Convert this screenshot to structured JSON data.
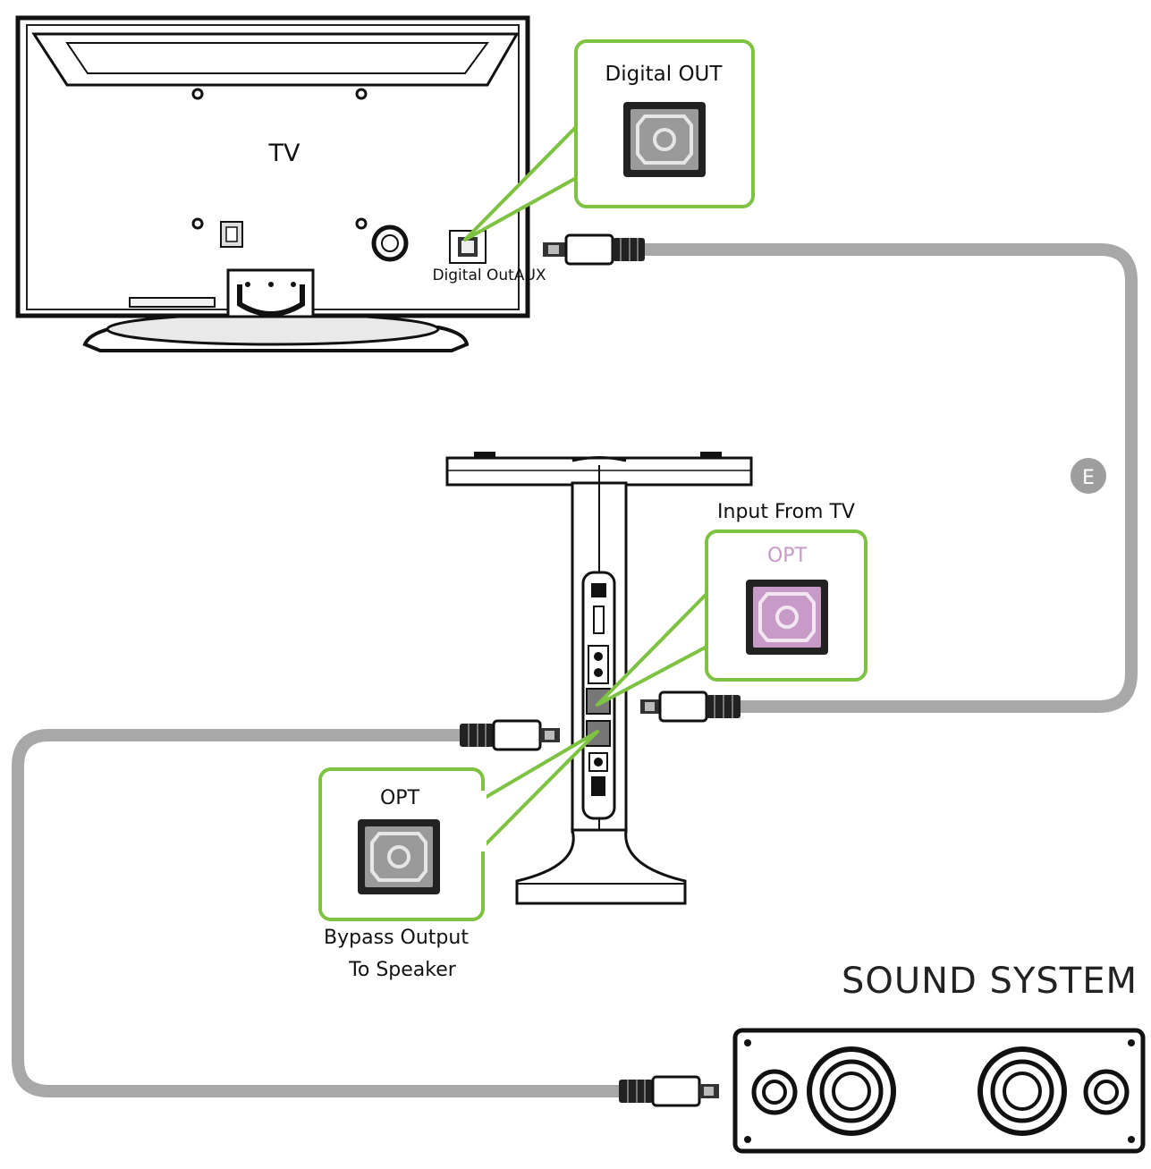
{
  "tv": {
    "label": "TV",
    "port_label": "Digital OutAUX"
  },
  "callouts": {
    "tv_port": {
      "title": "Digital OUT"
    },
    "input": {
      "caption": "Input From TV",
      "title": "OPT"
    },
    "bypass": {
      "title": "OPT",
      "caption_line1": "Bypass Output",
      "caption_line2": "To Speaker"
    }
  },
  "cable_marker": {
    "label": "E"
  },
  "sound_system": {
    "label": "SOUND SYSTEM"
  },
  "colors": {
    "callout_border": "#7dc241",
    "cable": "#a8a8a8",
    "input_port": "#c79ac7",
    "line": "#111111"
  }
}
